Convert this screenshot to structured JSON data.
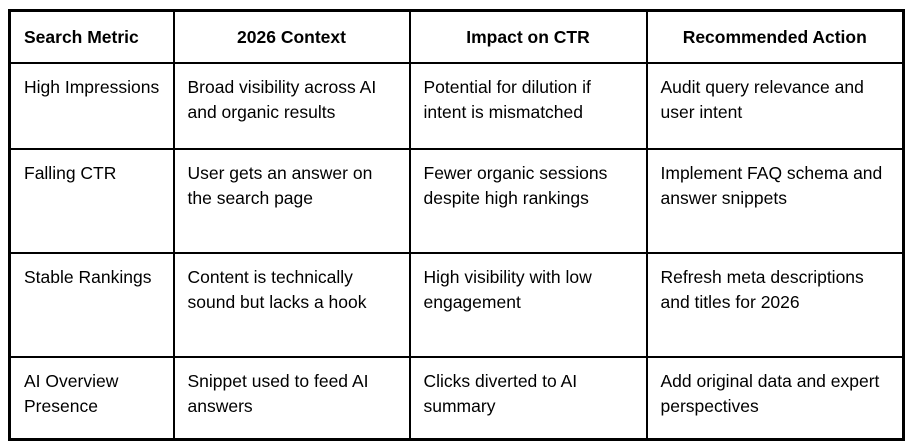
{
  "table": {
    "name": "search-metric-ctr-table",
    "columns": [
      {
        "key": "search_metric",
        "header": "Search Metric",
        "align": "left"
      },
      {
        "key": "context_2026",
        "header": "2026 Context",
        "align": "center"
      },
      {
        "key": "impact_on_ctr",
        "header": "Impact on CTR",
        "align": "center"
      },
      {
        "key": "recommended_action",
        "header": "Recommended Action",
        "align": "center"
      }
    ],
    "rows": [
      {
        "search_metric": "High Impressions",
        "context_2026": "Broad visibility across AI and organic results",
        "impact_on_ctr": "Potential for dilution if intent is mismatched",
        "recommended_action": "Audit query relevance and user intent"
      },
      {
        "search_metric": "Falling CTR",
        "context_2026": "User gets an answer on the search page",
        "impact_on_ctr": "Fewer organic sessions despite high rankings",
        "recommended_action": "Implement FAQ schema and answer snippets"
      },
      {
        "search_metric": "Stable Rankings",
        "context_2026": "Content is technically sound but lacks a hook",
        "impact_on_ctr": "High visibility with low engagement",
        "recommended_action": "Refresh meta descriptions and titles for 2026"
      },
      {
        "search_metric": "AI Overview Presence",
        "context_2026": "Snippet used to feed AI answers",
        "impact_on_ctr": "Clicks diverted to AI summary",
        "recommended_action": "Add original data and expert perspectives"
      }
    ]
  },
  "style": {
    "text_color": "#000000",
    "border_color": "#000000",
    "background_color": "#ffffff"
  }
}
